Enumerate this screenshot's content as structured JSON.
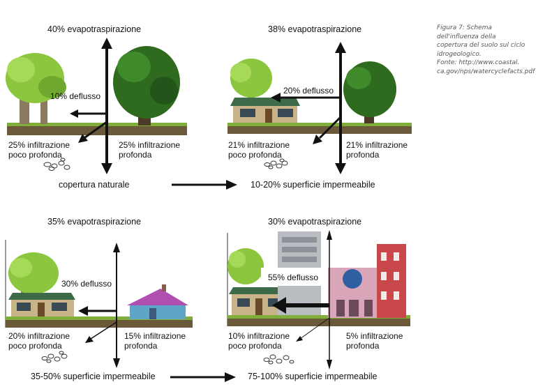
{
  "caption": {
    "lines": [
      "Figura 7: Schema",
      "dell'influenza della",
      "copertura del suolo sul ciclo",
      "idrogeologico.",
      "Fonte: http://www.coastal.",
      "ca.gov/nps/watercyclefacts.pdf"
    ]
  },
  "panels": [
    {
      "evapotranspiration": "40% evapotraspirazione",
      "runoff": "10% deflusso",
      "shallow_1": "25% infiltrazione",
      "shallow_2": "poco profonda",
      "deep_1": "25% infiltrazione",
      "deep_2": "profonda",
      "cover": "copertura naturale"
    },
    {
      "evapotranspiration": "38% evapotraspirazione",
      "runoff": "20% deflusso",
      "shallow_1": "21% infiltrazione",
      "shallow_2": "poco profonda",
      "deep_1": "21% infiltrazione",
      "deep_2": "profonda",
      "cover": "10-20% superficie impermeabile"
    },
    {
      "evapotranspiration": "35% evapotraspirazione",
      "runoff": "30% deflusso",
      "shallow_1": "20% infiltrazione",
      "shallow_2": "poco profonda",
      "deep_1": "15% infiltrazione",
      "deep_2": "profonda",
      "cover": "35-50% superficie impermeabile"
    },
    {
      "evapotranspiration": "30% evapotraspirazione",
      "runoff": "55% deflusso",
      "shallow_1": "10% infiltrazione",
      "shallow_2": "poco profonda",
      "deep_1": "5% infiltrazione",
      "deep_2": "profonda",
      "cover": "75-100% superficie impermeabile"
    }
  ],
  "colors": {
    "arrow": "#111111",
    "ground": "#6b5a3a",
    "grass": "#7fae3a",
    "tree_light": "#8cc63f",
    "tree_dark": "#2f6b1e",
    "house_wall": "#c9b48a",
    "house_roof": "#3d6b4a",
    "pink_building": "#d8a6b8",
    "grey_building": "#b9bcc0"
  }
}
